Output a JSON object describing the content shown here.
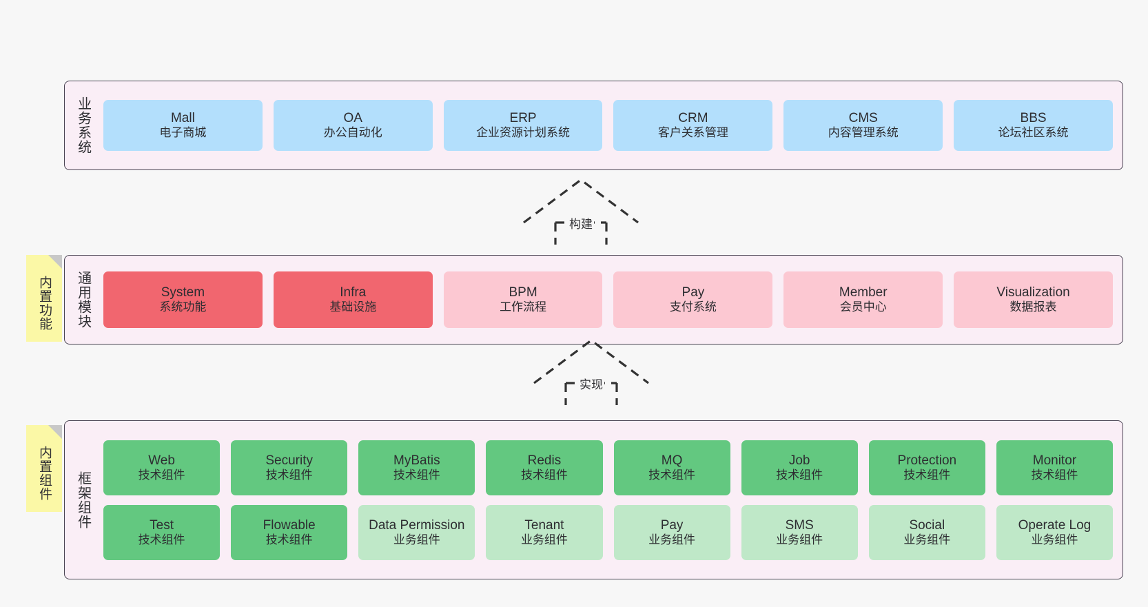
{
  "layers": [
    {
      "id": "business",
      "label": "业务系统",
      "rows": [
        {
          "items": [
            {
              "title": "Mall",
              "subtitle": "电子商城",
              "color": "#b3dffc"
            },
            {
              "title": "OA",
              "subtitle": "办公自动化",
              "color": "#b3dffc"
            },
            {
              "title": "ERP",
              "subtitle": "企业资源计划系统",
              "color": "#b3dffc"
            },
            {
              "title": "CRM",
              "subtitle": "客户关系管理",
              "color": "#b3dffc"
            },
            {
              "title": "CMS",
              "subtitle": "内容管理系统",
              "color": "#b3dffc"
            },
            {
              "title": "BBS",
              "subtitle": "论坛社区系统",
              "color": "#b3dffc"
            }
          ]
        }
      ]
    },
    {
      "id": "common",
      "label": "通用模块",
      "note": "内置功能",
      "rows": [
        {
          "items": [
            {
              "title": "System",
              "subtitle": "系统功能",
              "color": "#f1666f"
            },
            {
              "title": "Infra",
              "subtitle": "基础设施",
              "color": "#f1666f"
            },
            {
              "title": "BPM",
              "subtitle": "工作流程",
              "color": "#fcc8d2"
            },
            {
              "title": "Pay",
              "subtitle": "支付系统",
              "color": "#fcc8d2"
            },
            {
              "title": "Member",
              "subtitle": "会员中心",
              "color": "#fcc8d2"
            },
            {
              "title": "Visualization",
              "subtitle": "数据报表",
              "color": "#fcc8d2"
            }
          ]
        }
      ]
    },
    {
      "id": "framework",
      "label": "框架组件",
      "note": "内置组件",
      "rows": [
        {
          "items": [
            {
              "title": "Web",
              "subtitle": "技术组件",
              "color": "#63c880"
            },
            {
              "title": "Security",
              "subtitle": "技术组件",
              "color": "#63c880"
            },
            {
              "title": "MyBatis",
              "subtitle": "技术组件",
              "color": "#63c880"
            },
            {
              "title": "Redis",
              "subtitle": "技术组件",
              "color": "#63c880"
            },
            {
              "title": "MQ",
              "subtitle": "技术组件",
              "color": "#63c880"
            },
            {
              "title": "Job",
              "subtitle": "技术组件",
              "color": "#63c880"
            },
            {
              "title": "Protection",
              "subtitle": "技术组件",
              "color": "#63c880"
            },
            {
              "title": "Monitor",
              "subtitle": "技术组件",
              "color": "#63c880"
            }
          ]
        },
        {
          "items": [
            {
              "title": "Test",
              "subtitle": "技术组件",
              "color": "#63c880"
            },
            {
              "title": "Flowable",
              "subtitle": "技术组件",
              "color": "#63c880"
            },
            {
              "title": "Data Permission",
              "subtitle": "业务组件",
              "color": "#bfe8c8"
            },
            {
              "title": "Tenant",
              "subtitle": "业务组件",
              "color": "#bfe8c8"
            },
            {
              "title": "Pay",
              "subtitle": "业务组件",
              "color": "#bfe8c8"
            },
            {
              "title": "SMS",
              "subtitle": "业务组件",
              "color": "#bfe8c8"
            },
            {
              "title": "Social",
              "subtitle": "业务组件",
              "color": "#bfe8c8"
            },
            {
              "title": "Operate Log",
              "subtitle": "业务组件",
              "color": "#bfe8c8"
            }
          ]
        }
      ]
    }
  ],
  "connectors": [
    {
      "id": "build",
      "label": "构建"
    },
    {
      "id": "implement",
      "label": "实现"
    }
  ],
  "colors": {
    "background": "#f7f7f7",
    "layer_fill": "#faeef6",
    "layer_border": "#4a4453",
    "note_fill": "#fbf8a6",
    "note_fold": "#c8c8c8",
    "business_item": "#b3dffc",
    "common_core_item": "#f1666f",
    "common_item": "#fcc8d2",
    "tech_component": "#63c880",
    "business_component": "#bfe8c8",
    "connector_stroke": "#333333"
  }
}
